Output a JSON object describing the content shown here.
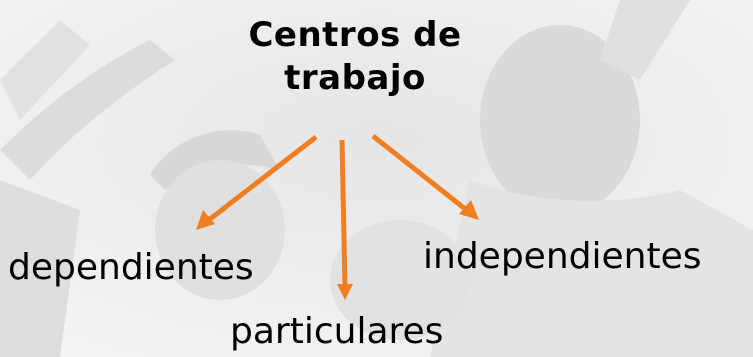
{
  "diagram": {
    "title_lines": [
      "Centros de",
      "trabajo"
    ],
    "children": [
      {
        "label": "dependientes"
      },
      {
        "label": "particulares"
      },
      {
        "label": "independientes"
      }
    ],
    "arrow_color": "#f07f21"
  }
}
